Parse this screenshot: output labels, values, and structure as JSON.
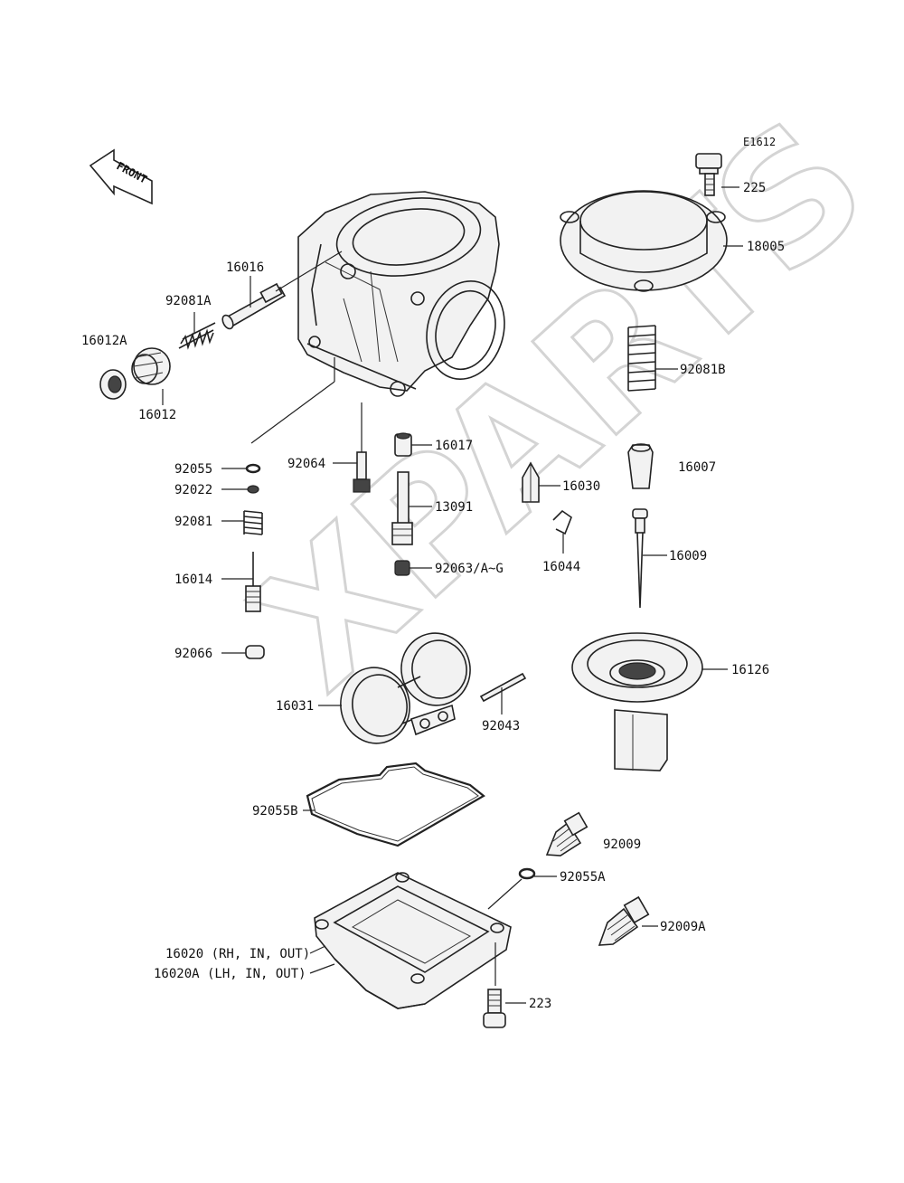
{
  "diagram_code": "E1612",
  "direction_label": "FRONT",
  "watermark": "XPARTS",
  "parts": [
    {
      "id": "225"
    },
    {
      "id": "18005"
    },
    {
      "id": "16016"
    },
    {
      "id": "92081A"
    },
    {
      "id": "16012A"
    },
    {
      "id": "16012"
    },
    {
      "id": "92081B"
    },
    {
      "id": "16017"
    },
    {
      "id": "16007"
    },
    {
      "id": "92055"
    },
    {
      "id": "92064"
    },
    {
      "id": "16030"
    },
    {
      "id": "92022"
    },
    {
      "id": "13091"
    },
    {
      "id": "92081"
    },
    {
      "id": "16044"
    },
    {
      "id": "16009"
    },
    {
      "id": "92063/A~G"
    },
    {
      "id": "16014"
    },
    {
      "id": "92066"
    },
    {
      "id": "16126"
    },
    {
      "id": "16031"
    },
    {
      "id": "92043"
    },
    {
      "id": "92055B"
    },
    {
      "id": "92009"
    },
    {
      "id": "92055A"
    },
    {
      "id": "92009A"
    },
    {
      "id": "16020 (RH, IN, OUT)"
    },
    {
      "id": "16020A (LH, IN, OUT)"
    },
    {
      "id": "223"
    }
  ]
}
